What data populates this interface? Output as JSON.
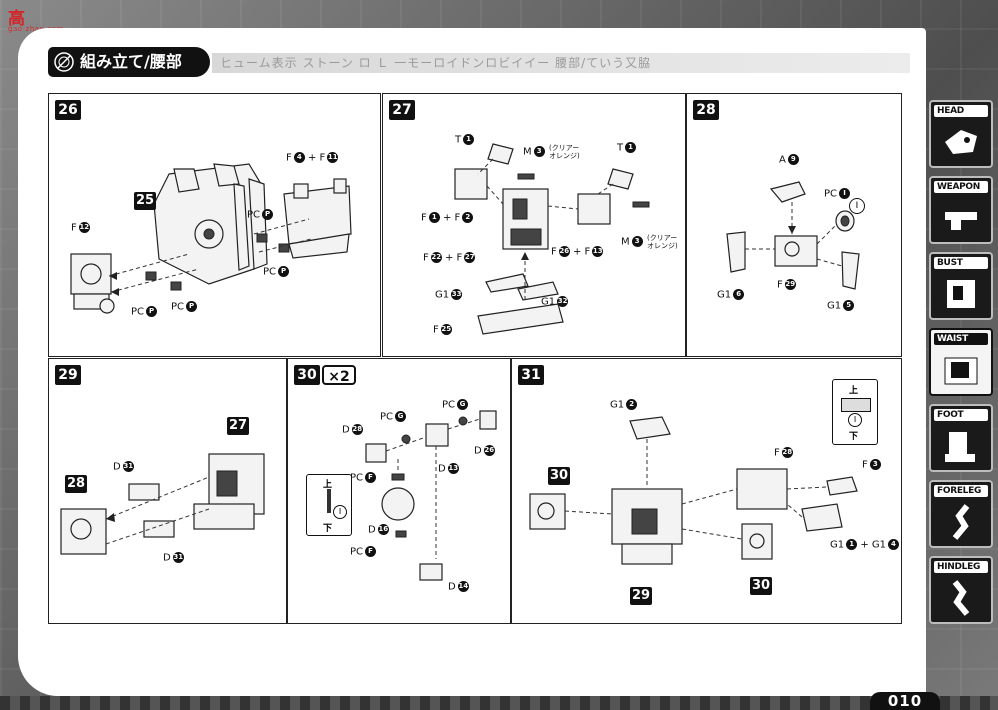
{
  "logo": {
    "main": "高",
    "sub": "gao-zhan.com"
  },
  "header": {
    "title": "組み立て/腰部",
    "ghost_text": "ヒューム表示   ストーン ロ   Ｌ   一モーロイドンロビイイー   腰部/ていう又脇"
  },
  "steps": [
    {
      "id": "26",
      "labels": [
        {
          "text": "F",
          "num": "4",
          "extra": "+ F",
          "num2": "11"
        },
        {
          "text": "PC",
          "num": "P"
        },
        {
          "text": "PC",
          "num": "P"
        },
        {
          "text": "F",
          "num": "12"
        },
        {
          "text": "PC",
          "num": "P"
        },
        {
          "text": "PC",
          "num": "P"
        }
      ],
      "assy": "25"
    },
    {
      "id": "27",
      "labels": [
        {
          "text": "T",
          "num": "1"
        },
        {
          "text": "M",
          "num": "3",
          "note": "(クリアー\nオレンジ)"
        },
        {
          "text": "T",
          "num": "1"
        },
        {
          "text": "F",
          "num": "1",
          "extra": "+ F",
          "num2": "2"
        },
        {
          "text": "M",
          "num": "3",
          "note": "(クリアー\nオレンジ)"
        },
        {
          "text": "F",
          "num": "22",
          "extra": "+ F",
          "num2": "27"
        },
        {
          "text": "F",
          "num": "26",
          "extra": "+ F",
          "num2": "13"
        },
        {
          "text": "G1",
          "num": "33"
        },
        {
          "text": "G1",
          "num": "32"
        },
        {
          "text": "F",
          "num": "25"
        }
      ]
    },
    {
      "id": "28",
      "labels": [
        {
          "text": "A",
          "num": "9"
        },
        {
          "text": "PC",
          "num": "I"
        },
        {
          "text": "G1",
          "num": "6"
        },
        {
          "text": "F",
          "num": "29"
        },
        {
          "text": "G1",
          "num": "5"
        }
      ],
      "marker": "I"
    },
    {
      "id": "29",
      "labels": [
        {
          "text": "D",
          "num": "31"
        },
        {
          "text": "D",
          "num": "31"
        }
      ],
      "assy": [
        "27",
        "28"
      ]
    },
    {
      "id": "30",
      "multiplier": "×2",
      "labels": [
        {
          "text": "PC",
          "num": "G"
        },
        {
          "text": "PC",
          "num": "G"
        },
        {
          "text": "D",
          "num": "28"
        },
        {
          "text": "D",
          "num": "26"
        },
        {
          "text": "D",
          "num": "13"
        },
        {
          "text": "PC",
          "num": "F"
        },
        {
          "text": "D",
          "num": "16"
        },
        {
          "text": "PC",
          "num": "F"
        },
        {
          "text": "D",
          "num": "14"
        }
      ],
      "orientation": {
        "up": "上",
        "down": "下",
        "marker": "I"
      }
    },
    {
      "id": "31",
      "labels": [
        {
          "text": "G1",
          "num": "2"
        },
        {
          "text": "F",
          "num": "28"
        },
        {
          "text": "F",
          "num": "3"
        },
        {
          "text": "G1",
          "num": "1",
          "extra": "+ G1",
          "num2": "4"
        }
      ],
      "assy": [
        "30",
        "29",
        "30"
      ],
      "orientation": {
        "up": "上",
        "down": "下",
        "marker": "I"
      }
    }
  ],
  "sidebar": {
    "tabs": [
      {
        "label": "HEAD",
        "active": false
      },
      {
        "label": "WEAPON",
        "active": false
      },
      {
        "label": "BUST",
        "active": false
      },
      {
        "label": "WAIST",
        "active": true
      },
      {
        "label": "FOOT",
        "active": false
      },
      {
        "label": "FORELEG",
        "active": false
      },
      {
        "label": "HINDLEG",
        "active": false
      }
    ]
  },
  "footer": {
    "page_number": "010"
  }
}
